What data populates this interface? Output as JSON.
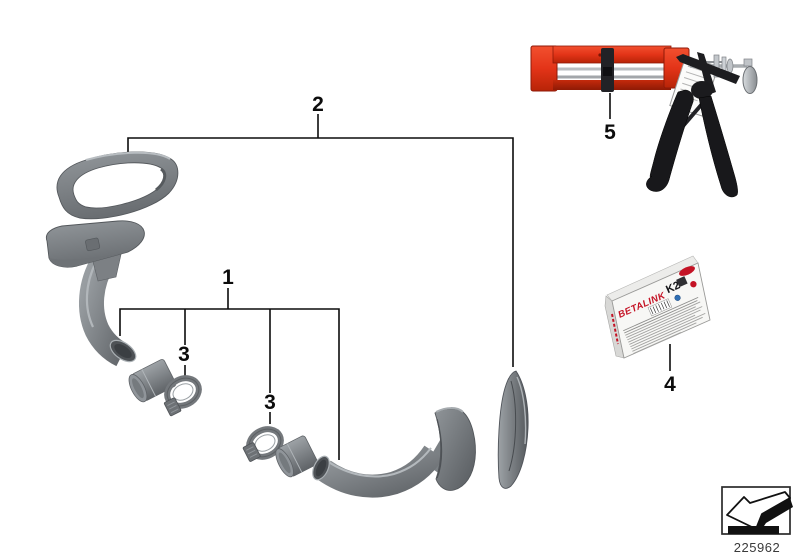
{
  "diagram": {
    "drawing_number": "225962",
    "background_color": "#ffffff",
    "callout_line_color": "#0c0c0c",
    "part_base_color": "#82878b",
    "gun_body_color": "#e33418",
    "brand_text_color": "#c41325"
  },
  "callouts": {
    "one": {
      "label": "1"
    },
    "two": {
      "label": "2"
    },
    "three_left": {
      "label": "3"
    },
    "three_right": {
      "label": "3"
    },
    "four": {
      "label": "4"
    },
    "five": {
      "label": "5"
    }
  },
  "adhesive_box": {
    "brand": "BETALINK",
    "product": "K2"
  },
  "icons": {
    "footer_arrow": "page-turn-arrow-icon"
  }
}
